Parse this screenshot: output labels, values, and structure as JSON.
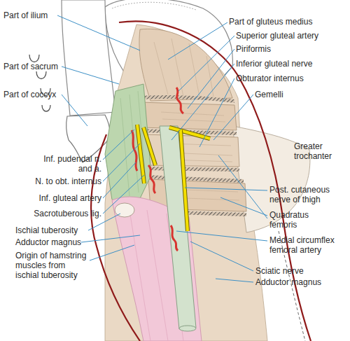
{
  "diagram": {
    "labels": [
      "Part of ilium",
      "Part of sacrum",
      "Part of coccyx",
      "Inf. pudendal n. and a.",
      "N. to obt. internus",
      "Inf. gluteal artery",
      "Sacrotuberous lig.",
      "Ischial tuberosity",
      "Adductor magnus",
      "Origin of hamstring muscles from ischial tuberosity",
      "Part of gluteus medius",
      "Superior gluteal artery",
      "Piriformis",
      "Inferior gluteal nerve",
      "Obturator internus",
      "Gemelli",
      "Greater trochanter",
      "Post. cutaneous nerve of thigh",
      "Quadratus femoris",
      "Medial circumflex femoral artery",
      "Sciatic nerve",
      "Adductor magnus"
    ]
  }
}
